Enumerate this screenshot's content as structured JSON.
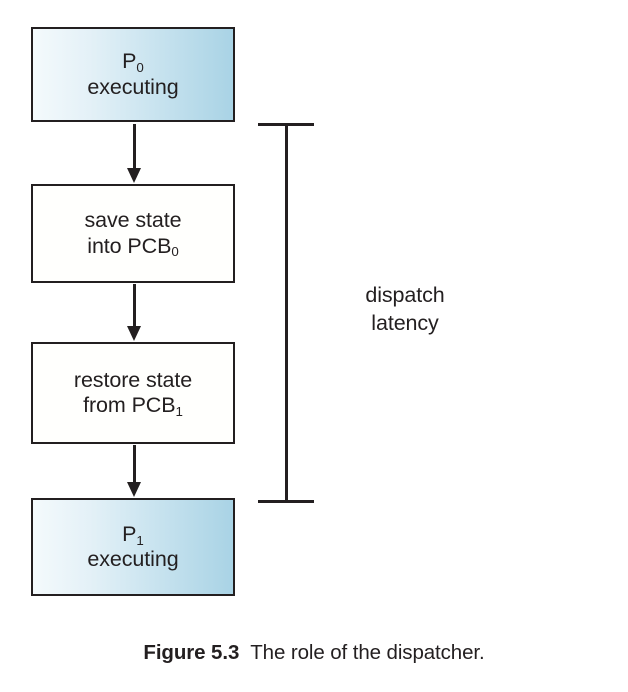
{
  "figure": {
    "label": "Figure 5.3",
    "caption": "The role of the dispatcher."
  },
  "diagram": {
    "type": "flowchart",
    "title": "The role of the dispatcher",
    "nodes": [
      {
        "id": "p0-executing",
        "line1": "P",
        "line1_sub": "0",
        "line2": "executing",
        "style": "gradient-blue"
      },
      {
        "id": "save-state",
        "line1": "save state",
        "line2": "into PCB",
        "line2_sub": "0",
        "style": "white"
      },
      {
        "id": "restore-state",
        "line1": "restore state",
        "line2": "from PCB",
        "line2_sub": "1",
        "style": "white"
      },
      {
        "id": "p1-executing",
        "line1": "P",
        "line1_sub": "1",
        "line2": "executing",
        "style": "gradient-blue"
      }
    ],
    "edges": [
      {
        "from": "p0-executing",
        "to": "save-state",
        "marker": "arrow-down"
      },
      {
        "from": "save-state",
        "to": "restore-state",
        "marker": "arrow-down"
      },
      {
        "from": "restore-state",
        "to": "p1-executing",
        "marker": "arrow-down"
      }
    ],
    "annotation": {
      "id": "dispatch-latency",
      "line1": "dispatch",
      "line2": "latency",
      "spans_from": "p0-executing",
      "spans_to": "p1-executing",
      "bracket": "right-side-vertical"
    }
  },
  "colors": {
    "ink": "#231f20",
    "box_gradient_start": "#f4fafc",
    "box_gradient_end": "#a9d3e5",
    "box_plain_fill": "#fffffd",
    "background": "#ffffff"
  }
}
